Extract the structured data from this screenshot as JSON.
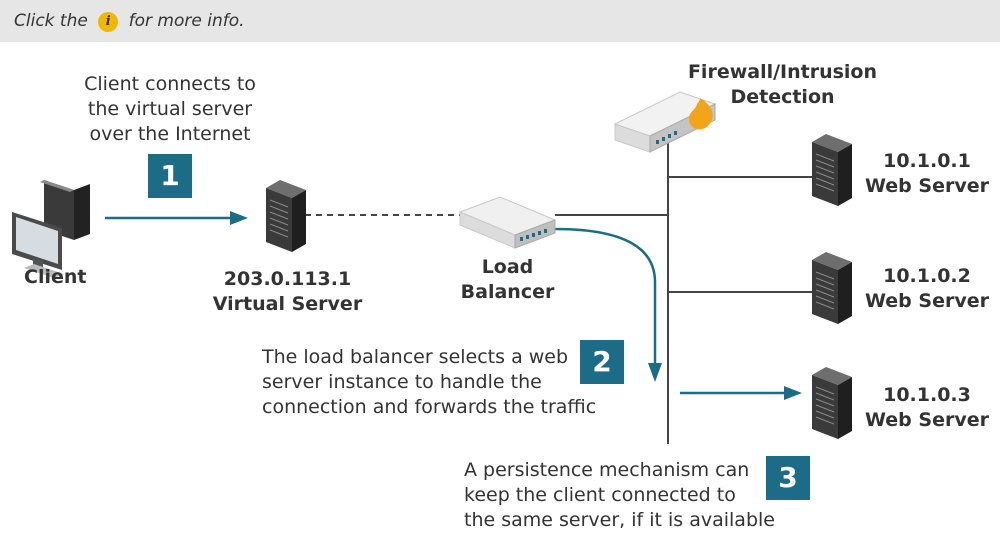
{
  "header": {
    "hint_prefix": "Click the",
    "info_icon_glyph": "i",
    "hint_suffix": "for more info."
  },
  "client": {
    "label": "Client"
  },
  "virtual_server": {
    "ip": "203.0.113.1",
    "label": "Virtual Server"
  },
  "load_balancer": {
    "line1": "Load",
    "line2": "Balancer"
  },
  "firewall": {
    "line1": "Firewall/Intrusion",
    "line2": "Detection"
  },
  "web_servers": [
    {
      "ip": "10.1.0.1",
      "label": "Web Server"
    },
    {
      "ip": "10.1.0.2",
      "label": "Web Server"
    },
    {
      "ip": "10.1.0.3",
      "label": "Web Server"
    }
  ],
  "steps": [
    {
      "number": "1",
      "lines": [
        "Client connects to",
        "the virtual server",
        "over the Internet"
      ]
    },
    {
      "number": "2",
      "lines": [
        "The load balancer selects a web",
        "server instance to handle the",
        "connection and forwards the traffic"
      ]
    },
    {
      "number": "3",
      "lines": [
        "A persistence mechanism can",
        "keep the client connected to",
        "the same server, if it is available"
      ]
    }
  ],
  "colors": {
    "accent": "#1c6b87",
    "info_icon": "#f2b800",
    "network_line": "#444444",
    "flow_arrow": "#1c6b87"
  },
  "icons": [
    "info-icon",
    "computer-icon",
    "server-tower-icon",
    "load-balancer-appliance-icon",
    "firewall-appliance-icon",
    "flame-icon"
  ]
}
